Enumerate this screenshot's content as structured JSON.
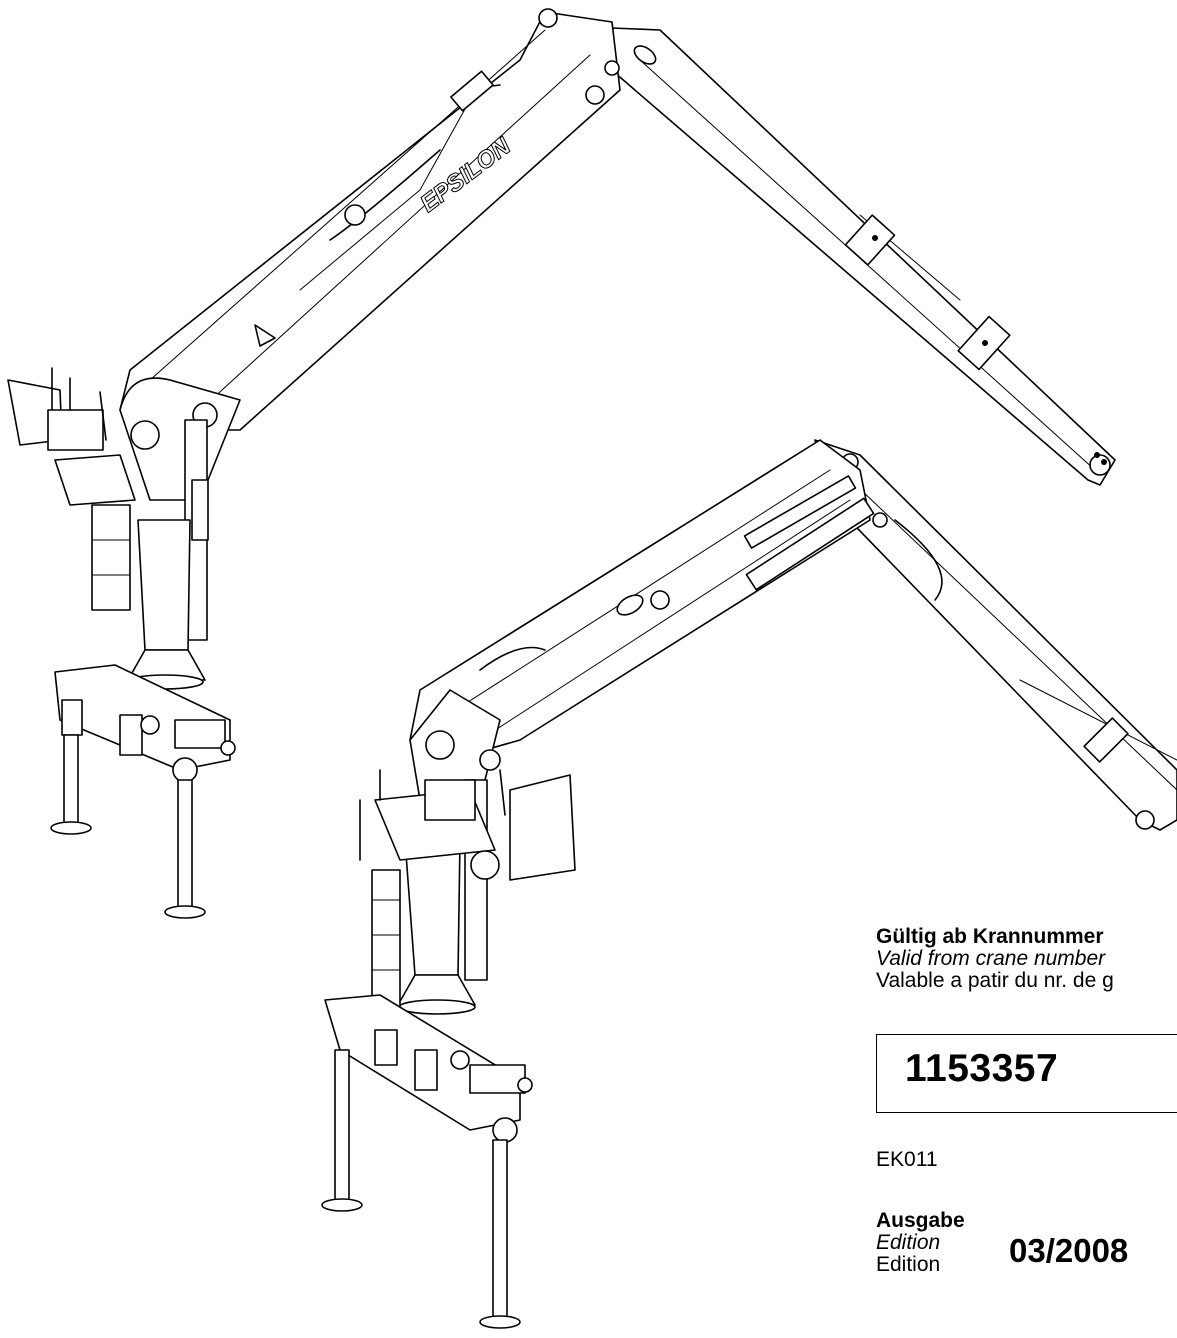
{
  "illustration": {
    "boom_lettering": "EPSILON",
    "icons": [
      "crane-upper-icon",
      "crane-lower-icon"
    ]
  },
  "validity": {
    "label_de": "Gültig ab Krannummer",
    "label_en": "Valid from crane number",
    "label_fr": "Valable a patir du nr. de g",
    "crane_number": "1153357"
  },
  "document_code": "EK011",
  "edition": {
    "label_de": "Ausgabe",
    "label_en": "Edition",
    "label_fr": "Edition",
    "date": "03/2008"
  }
}
